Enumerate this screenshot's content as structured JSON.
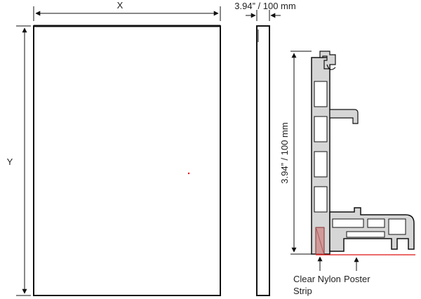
{
  "labels": {
    "width_dim": "X",
    "height_dim": "Y",
    "depth_dim": "3.94” / 100 mm",
    "profile_height_dim": "3.94” / 100 mm",
    "nylon_strip_line1": "Clear Nylon",
    "nylon_strip_line2": "Strip",
    "poster": "Poster"
  },
  "colors": {
    "outline": "#111111",
    "profile_fill": "#d6d6d6",
    "nylon_strip": "#b05a5a",
    "poster_line": "#e01010"
  }
}
